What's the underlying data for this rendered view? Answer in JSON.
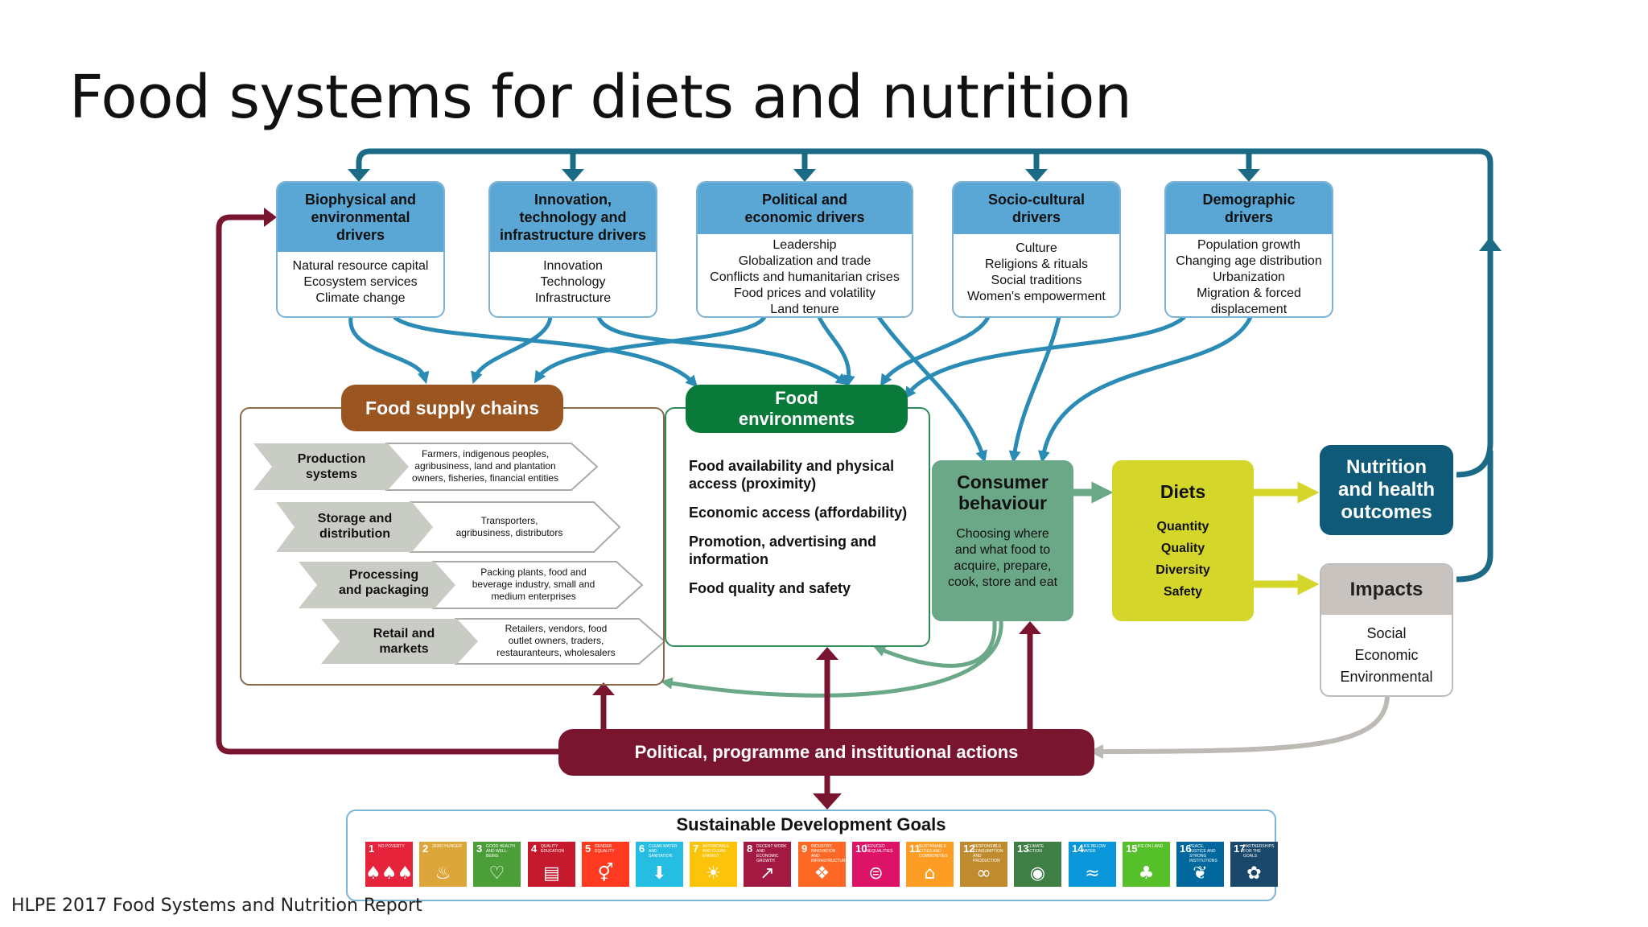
{
  "title": "Food systems for diets and nutrition",
  "footer": "HLPE 2017 Food Systems and Nutrition Report",
  "colors": {
    "driver_blue": "#5aa6d4",
    "feedback_teal": "#1b6b87",
    "food_supply_brown": "#9a5520",
    "food_env_green": "#0a7a3a",
    "consumer_green": "#6aa888",
    "diets_yellow": "#d4d62a",
    "nutrition_navy": "#0f5a78",
    "actions_maroon": "#7a1530",
    "impacts_grey": "#c8c3bf",
    "chevron_grey": "#c9ccc4"
  },
  "drivers": [
    {
      "title": "Biophysical and\nenvironmental\ndrivers",
      "items": [
        "Natural resource capital",
        "Ecosystem services",
        "Climate change"
      ]
    },
    {
      "title": "Innovation,\ntechnology and\ninfrastructure drivers",
      "items": [
        "Innovation",
        "Technology",
        "Infrastructure"
      ]
    },
    {
      "title": "Political and\neconomic drivers",
      "items": [
        "Leadership",
        "Globalization and trade",
        "Conflicts and humanitarian crises",
        "Food prices and volatility",
        "Land tenure"
      ]
    },
    {
      "title": "Socio-cultural\ndrivers",
      "items": [
        "Culture",
        "Religions & rituals",
        "Social traditions",
        "Women's empowerment"
      ]
    },
    {
      "title": "Demographic\ndrivers",
      "items": [
        "Population growth",
        "Changing age distribution",
        "Urbanization",
        "Migration & forced",
        "displacement"
      ]
    }
  ],
  "food_supply_chains": {
    "title": "Food supply chains",
    "stages": [
      {
        "label": "Production\nsystems",
        "desc": "Farmers, indigenous peoples,\nagribusiness, land and plantation\nowners, fisheries, financial entities"
      },
      {
        "label": "Storage and\ndistribution",
        "desc": "Transporters,\nagribusiness, distributors"
      },
      {
        "label": "Processing\nand packaging",
        "desc": "Packing plants, food and\nbeverage industry, small and\nmedium enterprises"
      },
      {
        "label": "Retail and\nmarkets",
        "desc": "Retailers, vendors, food\noutlet owners, traders,\nrestauranteurs, wholesalers"
      }
    ]
  },
  "food_environments": {
    "title": "Food\nenvironments",
    "items": [
      "Food availability and physical access (proximity)",
      "Economic access (affordability)",
      "Promotion, advertising and information",
      "Food quality and safety"
    ]
  },
  "consumer_behaviour": {
    "title": "Consumer\nbehaviour",
    "desc": [
      "Choosing where",
      "and what food to",
      "acquire, prepare,",
      "cook, store and eat"
    ]
  },
  "diets": {
    "title": "Diets",
    "items": [
      "Quantity",
      "Quality",
      "Diversity",
      "Safety"
    ]
  },
  "nutrition_outcomes": {
    "title": "Nutrition\nand health\noutcomes"
  },
  "impacts": {
    "title": "Impacts",
    "items": [
      "Social",
      "Economic",
      "Environmental"
    ]
  },
  "actions": {
    "title": "Political, programme and institutional actions"
  },
  "sdg": {
    "title": "Sustainable Development Goals",
    "goals": [
      {
        "num": "1",
        "label": "NO POVERTY",
        "color": "#e5243b",
        "icon": "people-icon",
        "glyph": "♠♠♠"
      },
      {
        "num": "2",
        "label": "ZERO HUNGER",
        "color": "#dda63a",
        "icon": "bowl-icon",
        "glyph": "♨"
      },
      {
        "num": "3",
        "label": "GOOD HEALTH AND WELL-BEING",
        "color": "#4c9f38",
        "icon": "heartbeat-icon",
        "glyph": "♡"
      },
      {
        "num": "4",
        "label": "QUALITY EDUCATION",
        "color": "#c5192d",
        "icon": "book-icon",
        "glyph": "▤"
      },
      {
        "num": "5",
        "label": "GENDER EQUALITY",
        "color": "#ff3a21",
        "icon": "gender-icon",
        "glyph": "⚥"
      },
      {
        "num": "6",
        "label": "CLEAN WATER AND SANITATION",
        "color": "#26bde2",
        "icon": "water-icon",
        "glyph": "⬇"
      },
      {
        "num": "7",
        "label": "AFFORDABLE AND CLEAN ENERGY",
        "color": "#fcc30b",
        "icon": "sun-icon",
        "glyph": "☀"
      },
      {
        "num": "8",
        "label": "DECENT WORK AND ECONOMIC GROWTH",
        "color": "#a21942",
        "icon": "growth-chart-icon",
        "glyph": "↗"
      },
      {
        "num": "9",
        "label": "INDUSTRY, INNOVATION AND INFRASTRUCTURE",
        "color": "#fd6925",
        "icon": "cubes-icon",
        "glyph": "❖"
      },
      {
        "num": "10",
        "label": "REDUCED INEQUALITIES",
        "color": "#dd1367",
        "icon": "equal-icon",
        "glyph": "⊜"
      },
      {
        "num": "11",
        "label": "SUSTAINABLE CITIES AND COMMUNITIES",
        "color": "#fd9d24",
        "icon": "city-icon",
        "glyph": "⌂"
      },
      {
        "num": "12",
        "label": "RESPONSIBLE CONSUMPTION AND PRODUCTION",
        "color": "#bf8b2e",
        "icon": "infinity-icon",
        "glyph": "∞"
      },
      {
        "num": "13",
        "label": "CLIMATE ACTION",
        "color": "#3f7e44",
        "icon": "eye-icon",
        "glyph": "◉"
      },
      {
        "num": "14",
        "label": "LIFE BELOW WATER",
        "color": "#0a97d9",
        "icon": "fish-icon",
        "glyph": "≈"
      },
      {
        "num": "15",
        "label": "LIFE ON LAND",
        "color": "#56c02b",
        "icon": "tree-icon",
        "glyph": "♣"
      },
      {
        "num": "16",
        "label": "PEACE, JUSTICE AND STRONG INSTITUTIONS",
        "color": "#00689d",
        "icon": "dove-icon",
        "glyph": "❦"
      },
      {
        "num": "17",
        "label": "PARTNERSHIPS FOR THE GOALS",
        "color": "#19486a",
        "icon": "rings-icon",
        "glyph": "✿"
      }
    ]
  }
}
